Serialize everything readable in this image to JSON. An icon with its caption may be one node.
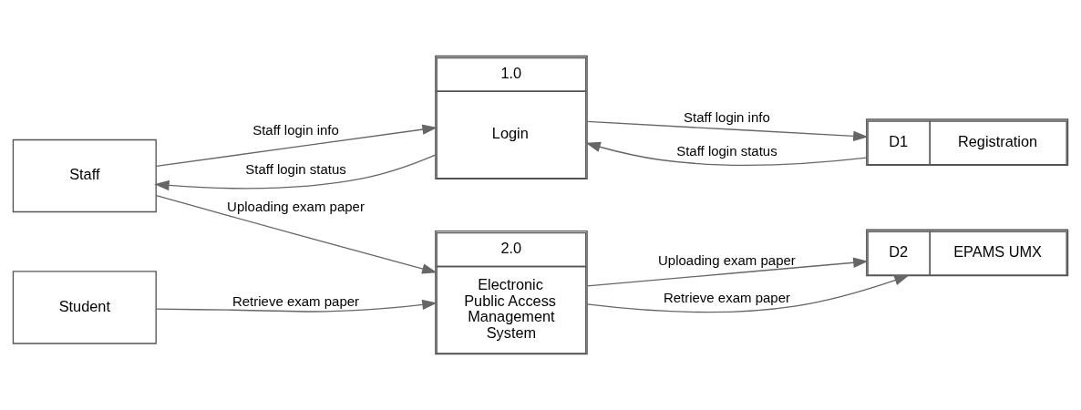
{
  "diagram": {
    "nodes": [
      {
        "text": [
          "Staff"
        ]
      },
      {
        "text": [
          "1.0",
          "Login"
        ]
      },
      {
        "text": [
          "D1",
          "Registration"
        ]
      },
      {
        "text": [
          "Student"
        ]
      },
      {
        "text": [
          "2.0",
          "Electronic Public Access Management System"
        ]
      },
      {
        "text": [
          "D2",
          "EPAMS UMX"
        ]
      }
    ],
    "edges": [
      {
        "from": 0,
        "to": 1,
        "arrow": "to",
        "label": "Staff login info"
      },
      {
        "from": 1,
        "to": 0,
        "arrow": "to",
        "label": "Staff login status"
      },
      {
        "from": 1,
        "to": 2,
        "arrow": "to",
        "label": "Staff login info"
      },
      {
        "from": 2,
        "to": 1,
        "arrow": "to",
        "label": "Staff login status"
      },
      {
        "from": 0,
        "to": 4,
        "arrow": "to",
        "label": "Uploading exam paper"
      },
      {
        "from": 3,
        "to": 4,
        "arrow": "to",
        "label": "Retrieve exam paper"
      },
      {
        "from": 4,
        "to": 5,
        "arrow": "to",
        "label": "Uploading exam paper"
      },
      {
        "from": 4,
        "to": 5,
        "arrow": "to",
        "label": "Retrieve exam paper"
      }
    ]
  }
}
